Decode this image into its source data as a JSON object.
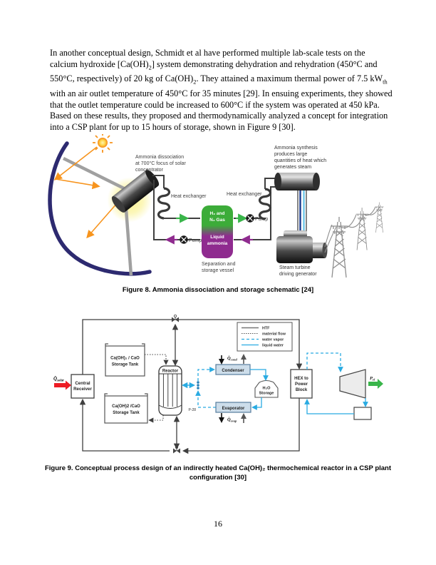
{
  "page": {
    "number": "16"
  },
  "paragraph": {
    "segments": [
      {
        "t": "In another conceptual design, Schmidt et al have performed multiple lab-scale tests on the calcium hydroxide [Ca(OH)",
        "sub": false
      },
      {
        "t": "2",
        "sub": true
      },
      {
        "t": "] system demonstrating dehydration and rehydration (450°C and 550°C, respectively) of 20 kg of Ca(OH)",
        "sub": false
      },
      {
        "t": "2",
        "sub": true
      },
      {
        "t": ". They attained a maximum thermal power of 7.5 kW",
        "sub": false
      },
      {
        "t": "th",
        "sub": true
      },
      {
        "t": " with an air outlet temperature of 450°C for 35 minutes [29]. In ensuing experiments, they showed that the outlet temperature could be increased to 600°C if the system was operated at 450 kPa. Based on these results, they proposed and thermodynamically analyzed a concept for integration into a CSP plant for up to 15 hours of storage, shown in Figure 9 [30].",
        "sub": false
      }
    ]
  },
  "figure8": {
    "caption": "Figure 8. Ammonia dissociation and storage schematic [24]",
    "labels": {
      "dissociation": [
        "Ammonia dissociation",
        "at 700°C focus of solar",
        "concentrator"
      ],
      "heat_exchanger_left": "Heat exchanger",
      "heat_exchanger_right": "Heat exchanger",
      "pump_left": "Pump",
      "pump_right": "Pump",
      "vessel_gas": [
        "H₂ and",
        "N₂ Gas"
      ],
      "vessel_liquid": [
        "Liquid",
        "ammonia"
      ],
      "vessel_caption": [
        "Separation and",
        "storage vessel"
      ],
      "synthesis_note": [
        "Ammonia synthesis",
        "produces large",
        "quantities of heat which",
        "generates steam"
      ],
      "turbine_label": [
        "Steam turbine",
        "driving generator"
      ]
    },
    "colors": {
      "gas_green": "#3CAC39",
      "liquid_purple": "#8F2B8F",
      "dish_navy": "#2D2A70",
      "ray_orange": "#F7941D",
      "glow_yellow": "#F9F3A6",
      "pipe_dark": "#3F3F3F"
    }
  },
  "figure9": {
    "caption": "Figure 9. Conceptual process design of an indirectly heated Ca(OH)₂ thermochemical reactor in a CSP plant configuration [30]",
    "labels": {
      "q_solar": {
        "main": "Q̇",
        "sub": "solar"
      },
      "central_receiver": [
        "Central",
        "Receiver"
      ],
      "tank_top": [
        "Ca(OH)₂ / CaO",
        "Storage Tank"
      ],
      "tank_bottom": [
        "Ca(OH)2 /CaO",
        "Storage Tank"
      ],
      "reactor": "Reactor",
      "p28": "P-28",
      "condenser": "Condenser",
      "evaporator": "Evaporator",
      "q_cond": {
        "main": "Q̇",
        "sub": "cond"
      },
      "q_evap": {
        "main": "Q̇",
        "sub": "evap"
      },
      "h2o_storage": [
        "H₂O",
        "Storage"
      ],
      "hex_block": [
        "HEX to",
        "Power",
        "Block"
      ],
      "p_el": {
        "main": "P",
        "sub": "el"
      },
      "legend": {
        "htf": "HTF",
        "material_flow": "material flow",
        "water_vapor": "water vapor",
        "liquid_water": "liquid water"
      }
    },
    "colors": {
      "htf_dark": "#3F3F3F",
      "water_blue": "#29ABE2",
      "solar_red": "#ED1C24",
      "power_green": "#39B54A",
      "box_fill": "#CDDDEA"
    }
  }
}
